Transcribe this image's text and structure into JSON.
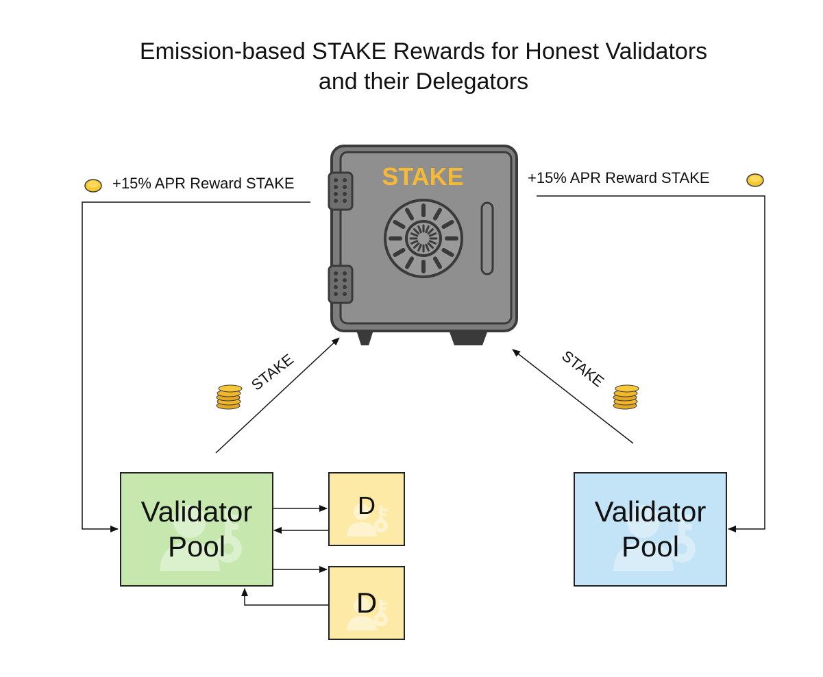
{
  "title": {
    "line1": "Emission-based STAKE Rewards for Honest Validators",
    "line2": "and their Delegators"
  },
  "safe": {
    "label": "STAKE"
  },
  "reward_labels": {
    "left": "+15% APR Reward STAKE",
    "right": "+15% APR Reward STAKE"
  },
  "stake_arrows": {
    "left": "STAKE",
    "right": "STAKE"
  },
  "validator_pools": [
    {
      "line1": "Validator",
      "line2": "Pool"
    },
    {
      "line1": "Validator",
      "line2": "Pool"
    }
  ],
  "delegators": [
    {
      "label": "D"
    },
    {
      "label": "D"
    }
  ],
  "colors": {
    "validator_left": "#c6e7ad",
    "validator_right": "#c3e3f6",
    "delegator": "#fdeaa6",
    "safe_body": "#8c8c8c",
    "safe_label": "#f5b935",
    "coin": "#f5c932"
  },
  "icons": [
    "coin-icon",
    "coin-stack-icon",
    "safe-icon",
    "user-key-icon"
  ]
}
